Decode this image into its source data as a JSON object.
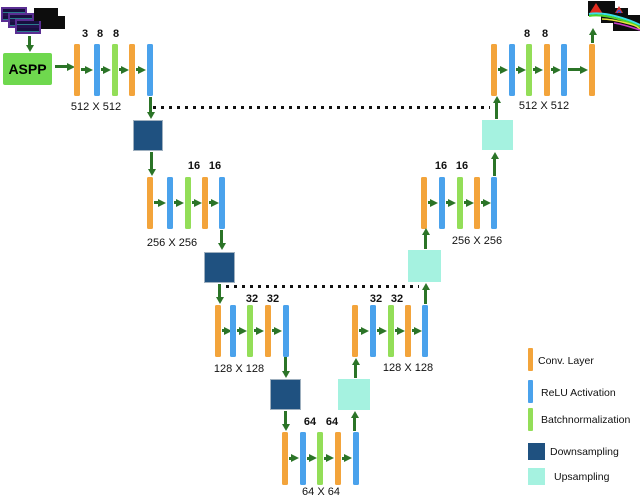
{
  "figure": {
    "aspp_label": "ASPP",
    "rows": [
      {
        "name": "encoder-512",
        "size_label": "512 X 512",
        "numbers": [
          "3",
          "8",
          "8"
        ],
        "bars": [
          "conv",
          "relu",
          "bn",
          "conv",
          "relu"
        ]
      },
      {
        "name": "encoder-256",
        "size_label": "256 X 256",
        "numbers": [
          "16",
          "16"
        ],
        "bars": [
          "conv",
          "relu",
          "bn",
          "conv",
          "relu"
        ]
      },
      {
        "name": "encoder-128",
        "size_label": "128 X 128",
        "numbers": [
          "32",
          "32"
        ],
        "bars": [
          "conv",
          "relu",
          "bn",
          "conv",
          "relu"
        ]
      },
      {
        "name": "bottleneck-64",
        "size_label": "64 X 64",
        "numbers": [
          "64",
          "64"
        ],
        "bars": [
          "conv",
          "relu",
          "bn",
          "conv",
          "relu"
        ]
      },
      {
        "name": "decoder-128",
        "size_label": "128 X 128",
        "numbers": [
          "32",
          "32"
        ],
        "bars": [
          "conv",
          "relu",
          "bn",
          "conv",
          "relu"
        ]
      },
      {
        "name": "decoder-256",
        "size_label": "256 X 256",
        "numbers": [
          "16",
          "16"
        ],
        "bars": [
          "conv",
          "relu",
          "bn",
          "conv",
          "relu"
        ]
      },
      {
        "name": "decoder-512",
        "size_label": "512 X 512",
        "numbers": [
          "8",
          "8"
        ],
        "bars": [
          "conv",
          "relu",
          "bn",
          "conv",
          "relu",
          "conv"
        ]
      }
    ],
    "legend": {
      "items": [
        {
          "type": "conv",
          "label": "Conv. Layer"
        },
        {
          "type": "relu",
          "label": "ReLU Activation"
        },
        {
          "type": "bn",
          "label": "Batchnormalization"
        },
        {
          "type": "down",
          "label": "Downsampling"
        },
        {
          "type": "up",
          "label": "Upsampling"
        }
      ]
    },
    "colors": {
      "conv": "#F3A43B",
      "relu": "#4AA2EC",
      "bn": "#93DE58",
      "down": "#1F5180",
      "up": "#A5F2E0",
      "aspp": "#6FD84E",
      "arrow": "#2B7427",
      "dots": "#111111"
    }
  }
}
